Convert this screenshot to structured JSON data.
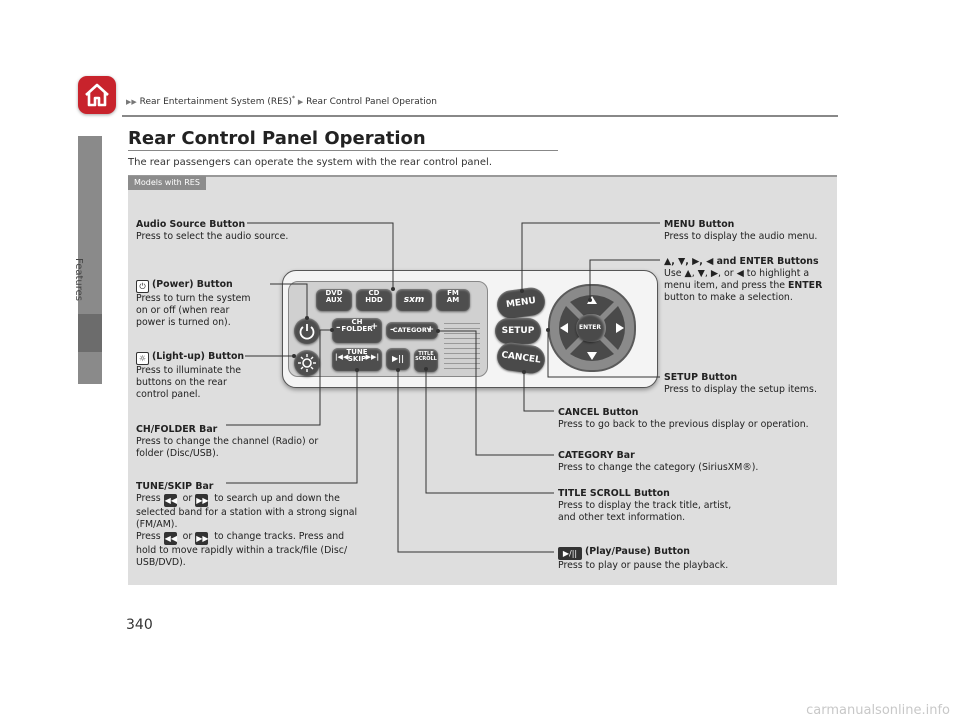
{
  "header": {
    "breadcrumb_1": "Rear Entertainment System (RES)",
    "breadcrumb_2": "Rear Control Panel Operation",
    "breadcrumb_note": "*"
  },
  "sidebar": {
    "label": "Features"
  },
  "page": {
    "title": "Rear Control Panel Operation",
    "intro": "The rear passengers can operate the system with the rear control panel.",
    "tag": "Models with RES",
    "number": "340"
  },
  "panel": {
    "dvd": "DVD",
    "aux": "AUX",
    "cd": "CD",
    "hdd": "HDD",
    "sxm": "sxm",
    "fm": "FM",
    "am": "AM",
    "ch": "CH",
    "folder": "FOLDER",
    "category": "CATEGORY",
    "tune": "TUNE",
    "skip": "SKIP",
    "title": "TITLE",
    "scroll": "SCROLL",
    "menu": "MENU",
    "setup": "SETUP",
    "cancel": "CANCEL",
    "enter": "ENTER",
    "minus": "–",
    "plus": "+"
  },
  "labels": {
    "audio_source": {
      "title": "Audio Source Button",
      "desc": "Press to select the audio source."
    },
    "power": {
      "title": "(Power) Button",
      "desc1": "Press to turn the system",
      "desc2": "on or off (when rear",
      "desc3": "power is turned on)."
    },
    "light": {
      "title": "(Light-up) Button",
      "desc1": "Press to illuminate the",
      "desc2": "buttons on the rear",
      "desc3": "control panel."
    },
    "ch_folder": {
      "title": "CH/FOLDER Bar",
      "desc1": "Press to change the channel (Radio) or",
      "desc2": "folder (Disc/USB)."
    },
    "tune_skip": {
      "title": "TUNE/SKIP Bar",
      "p1_a": "Press",
      "p1_or": "or",
      "p1_b": "to search up and down the",
      "p1_c": "selected band for a station with a strong signal",
      "p1_d": "(FM/AM).",
      "p2_a": "Press",
      "p2_or": "or",
      "p2_b": "to change tracks. Press and",
      "p2_c": "hold to move rapidly within a track/file (Disc/",
      "p2_d": "USB/DVD)."
    },
    "menu": {
      "title": "MENU Button",
      "desc": "Press to display the audio menu."
    },
    "arrows": {
      "title": "▲, ▼, ▶, ◀ and ENTER Buttons",
      "desc1": "Use ▲, ▼, ▶, or ◀ to highlight a",
      "desc2a": "menu item, and press the ",
      "desc2b": "ENTER",
      "desc3": "button to make a selection."
    },
    "setup": {
      "title": "SETUP Button",
      "desc": "Press to display the setup items."
    },
    "cancel": {
      "title": "CANCEL Button",
      "desc": "Press to go back to the previous display or operation."
    },
    "category": {
      "title": "CATEGORY Bar",
      "desc": "Press to change the category (SiriusXM®)."
    },
    "title_scroll": {
      "title": "TITLE SCROLL Button",
      "desc1": "Press to display the track title, artist,",
      "desc2": "and other text information."
    },
    "play_pause": {
      "title": "(Play/Pause) Button",
      "desc": "Press to play or pause the playback."
    }
  },
  "watermark": "carmanualsonline.info",
  "colors": {
    "accent": "#c8232c",
    "panel_bg": "#dedede",
    "sidebar": "#8a8a8a"
  }
}
